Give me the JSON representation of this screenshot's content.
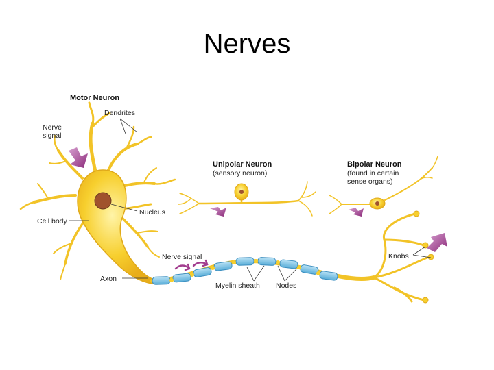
{
  "slide": {
    "title": "Nerves"
  },
  "motor": {
    "title": "Motor Neuron",
    "dendrites": "Dendrites",
    "nerve_signal_line1": "Nerve",
    "nerve_signal_line2": "signal",
    "nucleus": "Nucleus",
    "cell_body": "Cell body",
    "nerve_signal": "Nerve signal",
    "axon": "Axon",
    "myelin_sheath": "Myelin sheath",
    "nodes": "Nodes",
    "knobs": "Knobs"
  },
  "unipolar": {
    "title": "Unipolar Neuron",
    "subtitle": "(sensory neuron)"
  },
  "bipolar": {
    "title": "Bipolar Neuron",
    "subtitle_line1": "(found in certain",
    "subtitle_line2": "sense organs)"
  },
  "colors": {
    "neuron_fill": "#f7cf2e",
    "neuron_stroke": "#e0a91a",
    "nucleus": "#a0522d",
    "myelin": "#7ec3e6",
    "signal_arrow": "#a23c8e"
  }
}
